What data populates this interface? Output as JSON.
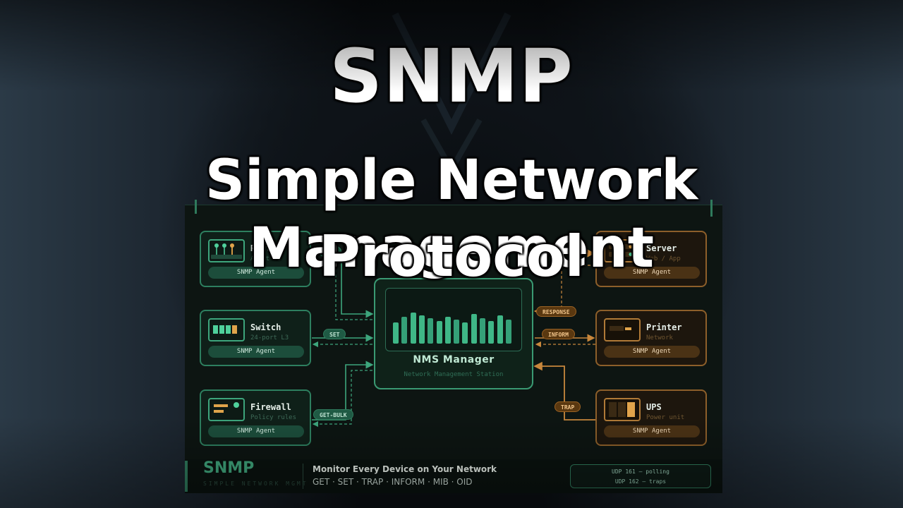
{
  "headline": {
    "title": "SNMP",
    "line2": "Simple Network Management",
    "line3": "Protocol"
  },
  "colors": {
    "green_accent": "#3fb787",
    "orange_accent": "#b07a37",
    "headline": "#ffffff"
  },
  "devices_left": [
    {
      "name": "Router",
      "sub": "Agent v3",
      "agent": "SNMP Agent",
      "icon": "router-icon"
    },
    {
      "name": "Switch",
      "sub": "24-port L3",
      "agent": "SNMP Agent",
      "icon": "switch-icon"
    },
    {
      "name": "Firewall",
      "sub": "Policy rules",
      "agent": "SNMP Agent",
      "icon": "firewall-icon"
    }
  ],
  "devices_right": [
    {
      "name": "Server",
      "sub": "Web / App",
      "agent": "SNMP Agent",
      "icon": "server-icon"
    },
    {
      "name": "Printer",
      "sub": "Network",
      "agent": "SNMP Agent",
      "icon": "printer-icon"
    },
    {
      "name": "UPS",
      "sub": "Power unit",
      "agent": "SNMP Agent",
      "icon": "ups-icon"
    }
  ],
  "operations": {
    "get": "GET",
    "set": "SET",
    "get_bulk": "GET-BULK",
    "response": "RESPONSE",
    "inform": "INFORM",
    "trap": "TRAP"
  },
  "nms": {
    "title": "NMS Manager",
    "subtitle": "Network Management Station"
  },
  "footer": {
    "logo": "SNMP",
    "logo_sub": "SIMPLE NETWORK MGMT",
    "tagline": "Monitor Every Device on Your Network",
    "tags": "GET · SET · TRAP · INFORM · MIB · OID",
    "udp_polling": "UDP 161 — polling",
    "udp_traps": "UDP 162 — traps"
  }
}
